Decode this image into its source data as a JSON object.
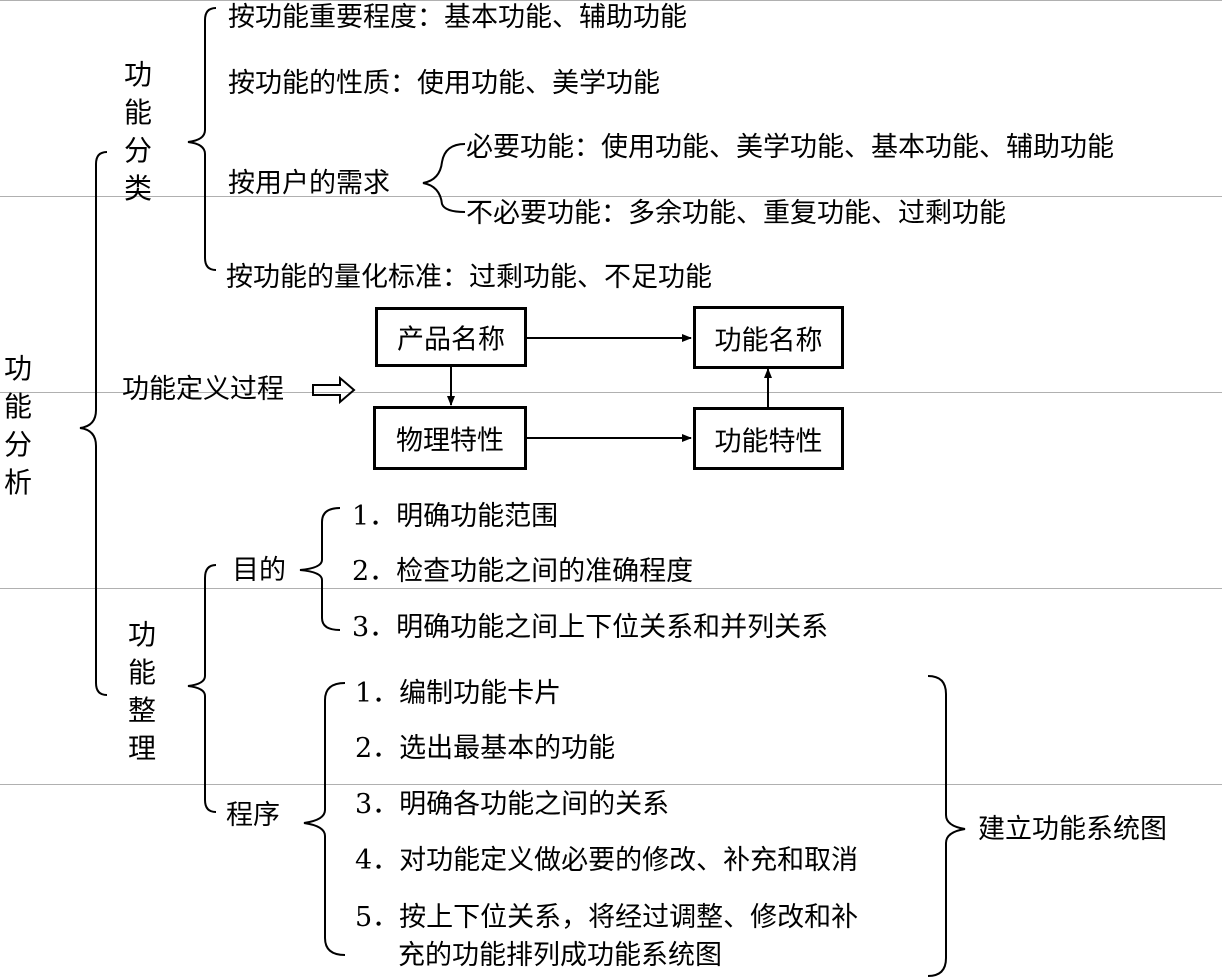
{
  "root": {
    "label": "功能分析"
  },
  "classification": {
    "label": "功能分类",
    "items": [
      "按功能重要程度：基本功能、辅助功能",
      "按功能的性质：使用功能、美学功能",
      "按用户的需求",
      "按功能的量化标准：过剩功能、不足功能"
    ],
    "user_needs": [
      "必要功能：使用功能、美学功能、基本功能、辅助功能",
      "不必要功能：多余功能、重复功能、过剩功能"
    ]
  },
  "definition": {
    "label": "功能定义过程",
    "boxes": {
      "product_name": "产品名称",
      "function_name": "功能名称",
      "physical": "物理特性",
      "function_props": "功能特性"
    }
  },
  "arrangement": {
    "label": "功能整理",
    "purpose": {
      "label": "目的",
      "items": [
        "1．明确功能范围",
        "2．检查功能之间的准确程度",
        "3．明确功能之间上下位关系和并列关系"
      ]
    },
    "procedure": {
      "label": "程序",
      "items": [
        "1．编制功能卡片",
        "2．选出最基本的功能",
        "3．明确各功能之间的关系",
        "4．对功能定义做必要的修改、补充和取消",
        "5．按上下位关系，将经过调整、修改和补",
        "充的功能排列成功能系统图"
      ],
      "result": "建立功能系统图"
    }
  }
}
